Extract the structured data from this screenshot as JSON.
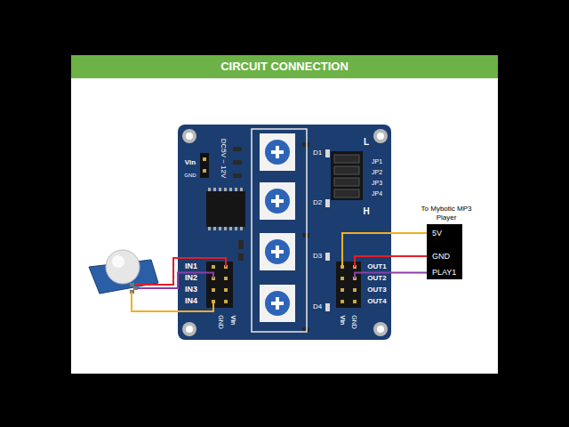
{
  "diagram": {
    "title": "CIRCUIT CONNECTION",
    "nodes": [
      {
        "text": [
          "To Mybotic MP3 Player",
          "5V",
          "GND",
          "PLAY1"
        ]
      }
    ],
    "labels": [
      "DC5V ~ 12V",
      "Vin",
      "GND",
      "IN1",
      "IN2",
      "IN3",
      "IN4",
      "Vin",
      "GND",
      "OUT1",
      "OUT2",
      "OUT3",
      "OUT4",
      "JP1",
      "JP2",
      "JP3",
      "JP4",
      "L",
      "H",
      "D1",
      "D2",
      "D3",
      "D4",
      "Vin",
      "GND"
    ]
  }
}
